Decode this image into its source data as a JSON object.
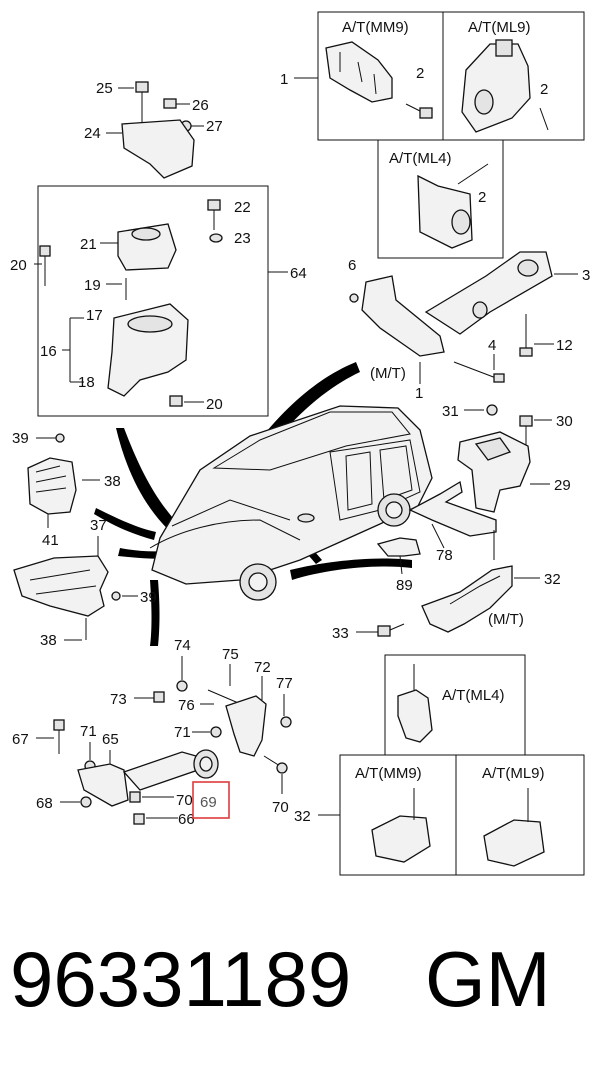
{
  "callouts": {
    "n1": "1",
    "n1b": "1",
    "n2a": "2",
    "n2b": "2",
    "n2c": "2",
    "n3": "3",
    "n4": "4",
    "n6": "6",
    "n12": "12",
    "n16": "16",
    "n17": "17",
    "n18": "18",
    "n19": "19",
    "n20a": "20",
    "n20b": "20",
    "n21": "21",
    "n22": "22",
    "n23": "23",
    "n24": "24",
    "n25": "25",
    "n26": "26",
    "n27": "27",
    "n29": "29",
    "n30": "30",
    "n31": "31",
    "n32a": "32",
    "n32b": "32",
    "n33": "33",
    "n37": "37",
    "n38a": "38",
    "n38b": "38",
    "n39a": "39",
    "n39b": "39",
    "n41": "41",
    "n64": "64",
    "n65": "65",
    "n66": "66",
    "n67": "67",
    "n68": "68",
    "n69": "69",
    "n70a": "70",
    "n70b": "70",
    "n71a": "71",
    "n71b": "71",
    "n72": "72",
    "n73": "73",
    "n74": "74",
    "n75": "75",
    "n76": "76",
    "n77": "77",
    "n78": "78",
    "n89": "89"
  },
  "boxes": {
    "mm9_top": "A/T(MM9)",
    "ml9_top": "A/T(ML9)",
    "ml4_top": "A/T(ML4)",
    "ml4_bottom": "A/T(ML4)",
    "mm9_bottom": "A/T(MM9)",
    "ml9_bottom": "A/T(ML9)"
  },
  "notes": {
    "mt_left": "(M/T)",
    "mt_right": "(M/T)"
  },
  "footer": {
    "part_number": "96331189",
    "brand": "GM"
  },
  "colors": {
    "highlight": "#e03a3a"
  }
}
